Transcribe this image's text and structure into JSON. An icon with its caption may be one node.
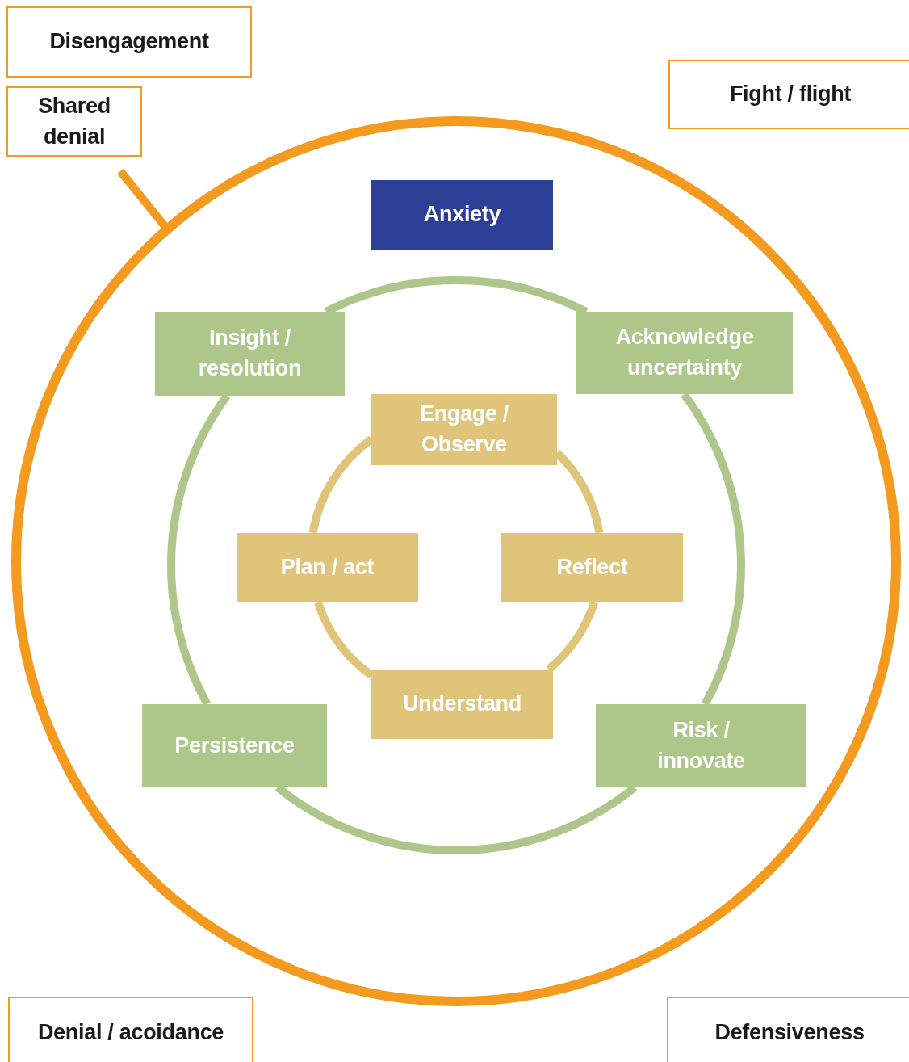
{
  "diagram": {
    "nodes": [
      {
        "text": [
          "Disengagement"
        ]
      },
      {
        "text": [
          "Fight / flight"
        ]
      },
      {
        "text": [
          "Shared denial"
        ]
      },
      {
        "text": [],
        "shape": "circle"
      },
      {
        "text": [
          "Anxiety"
        ],
        "in": 3
      },
      {
        "text": [
          "Insight / resolution"
        ],
        "in": 3
      },
      {
        "text": [
          "Acknowledge uncertainty"
        ],
        "in": 3
      },
      {
        "text": [
          "Engage / Observe"
        ],
        "in": 3
      },
      {
        "text": [
          "Plan / act"
        ],
        "in": 3
      },
      {
        "text": [
          "Reflect"
        ],
        "in": 3
      },
      {
        "text": [
          "Understand"
        ],
        "in": 3
      },
      {
        "text": [
          "Persistence"
        ],
        "in": 3
      },
      {
        "text": [
          "Risk / innovate"
        ],
        "in": 3
      },
      {
        "text": [
          "Denial / acoidance"
        ]
      },
      {
        "text": [
          "Defensiveness"
        ]
      }
    ],
    "edges": [
      {
        "from": 2,
        "to": 3,
        "arrow": "none",
        "color": "#f39a1f"
      },
      {
        "from": 5,
        "to": 6,
        "arrow": "none",
        "color": "#adc78a"
      },
      {
        "from": 6,
        "to": 12,
        "arrow": "none",
        "color": "#adc78a"
      },
      {
        "from": 12,
        "to": 11,
        "arrow": "none",
        "color": "#adc78a"
      },
      {
        "from": 11,
        "to": 5,
        "arrow": "none",
        "color": "#adc78a"
      },
      {
        "from": 7,
        "to": 9,
        "arrow": "none",
        "color": "#e0c47a"
      },
      {
        "from": 9,
        "to": 10,
        "arrow": "none",
        "color": "#e0c47a"
      },
      {
        "from": 10,
        "to": 8,
        "arrow": "none",
        "color": "#e0c47a"
      },
      {
        "from": 8,
        "to": 7,
        "arrow": "none",
        "color": "#e0c47a"
      }
    ]
  }
}
